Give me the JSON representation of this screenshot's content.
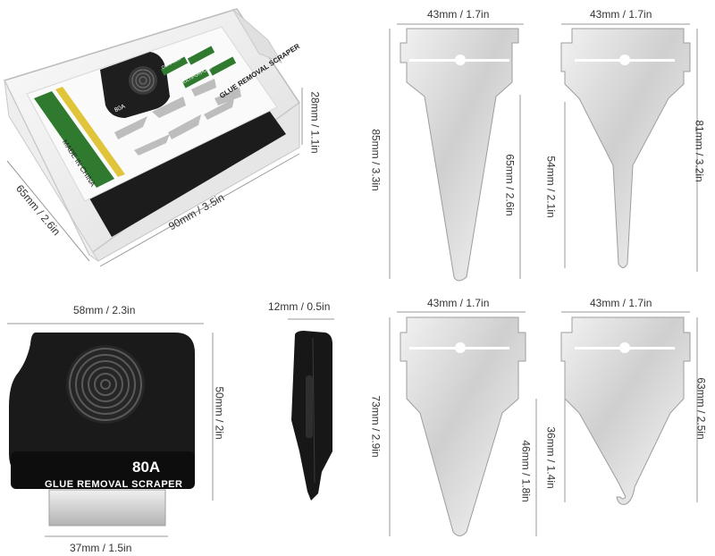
{
  "box": {
    "width_label": "90mm / 3.5in",
    "depth_label": "65mm / 2.6in",
    "height_label": "28mm / 1.1in",
    "label_title": "GLUE REMOVAL SCRAPER",
    "label_origin": "MADE IN CHINA",
    "label_badges": [
      "RELIABLE",
      "PREMIUM",
      "DURABLE",
      "MULTIPURPOSE"
    ],
    "mini_text": "80A"
  },
  "handle": {
    "width_label": "58mm / 2.3in",
    "height_label": "50mm / 2in",
    "blade_label": "37mm / 1.5in",
    "model": "80A",
    "name": "GLUE REMOVAL SCRAPER"
  },
  "side": {
    "thickness_label": "12mm / 0.5in"
  },
  "blades": [
    {
      "width_label": "43mm / 1.7in",
      "total_label": "85mm / 3.3in",
      "tip_label": "65mm / 2.6in"
    },
    {
      "width_label": "43mm / 1.7in",
      "total_label": "81mm / 3.2in",
      "tip_label": "54mm / 2.1in"
    },
    {
      "width_label": "43mm / 1.7in",
      "total_label": "73mm / 2.9in",
      "tip_label": "46mm / 1.8in"
    },
    {
      "width_label": "43mm / 1.7in",
      "total_label": "63mm / 2.5in",
      "tip_label": "36mm / 1.4in"
    }
  ],
  "colors": {
    "steel_light": "#e9e9e9",
    "steel_dark": "#a9a9a9",
    "handle_black": "#1a1a1a",
    "label_green": "#2f7a2f",
    "dimension_line": "#9a9a9a"
  }
}
